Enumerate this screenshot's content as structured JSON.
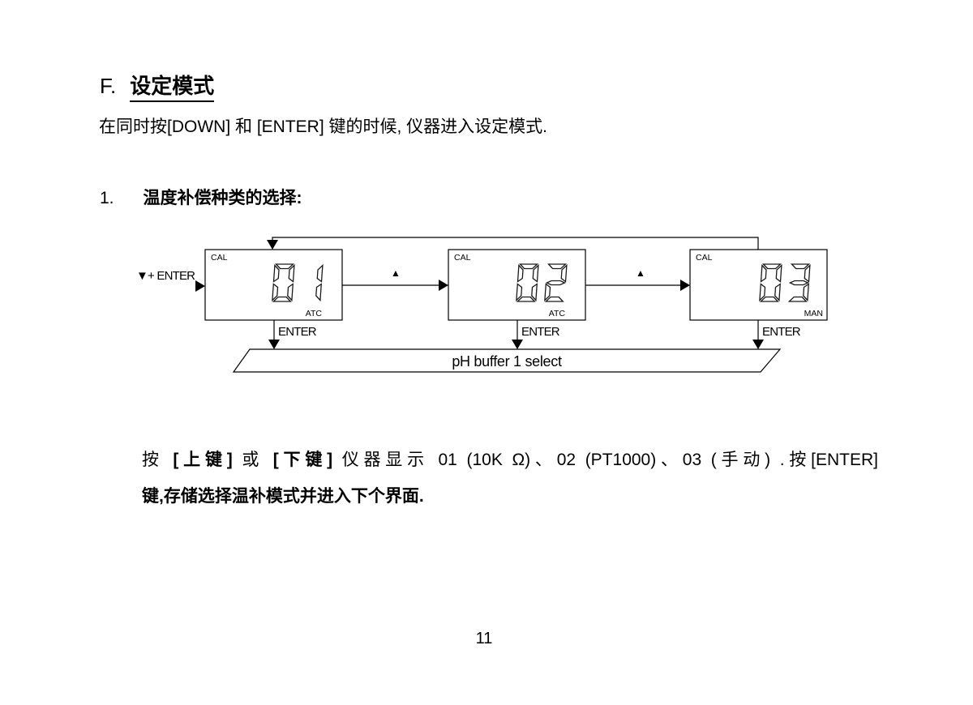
{
  "title": {
    "prefix": "F.",
    "text": "设定模式"
  },
  "intro": "在同时按[DOWN] 和 [ENTER] 键的时候, 仪器进入设定模式.",
  "section1": {
    "number": "1.",
    "heading": "温度补偿种类的选择:"
  },
  "diagram": {
    "entry_label": "▼+ ENTER",
    "step_arrow_label": "▲",
    "displays": [
      {
        "digits": "01",
        "mode_indicator": "CAL",
        "comp_indicator": "ATC",
        "key_label": "ENTER"
      },
      {
        "digits": "02",
        "mode_indicator": "CAL",
        "comp_indicator": "ATC",
        "key_label": "ENTER"
      },
      {
        "digits": "03",
        "mode_indicator": "CAL",
        "comp_indicator": "MAN",
        "key_label": "ENTER"
      }
    ],
    "next_step_label": "pH buffer 1 select"
  },
  "body": {
    "seg1": "按 ",
    "seg2": "[上键]",
    "seg3": " 或 ",
    "seg4": "[下键]",
    "seg5": " 仪器显示 01 (10K Ω)、02 (PT1000)、03 (手动) .按[ENTER]",
    "line2": "键,存储选择温补模式并进入下个界面."
  },
  "page_number": "11"
}
